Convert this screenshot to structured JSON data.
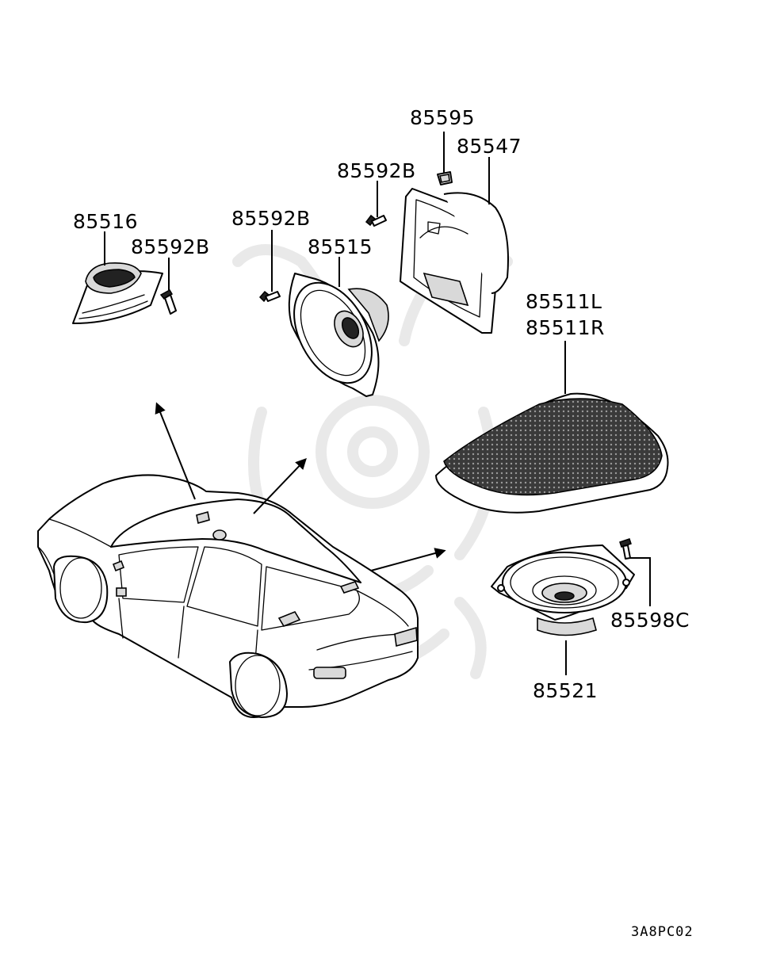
{
  "labels": {
    "speaker_rear_deck_small": "85516",
    "screw_small_speaker": "85592B",
    "screw_front_speaker": "85592B",
    "speaker_front": "85515",
    "screw_bracket": "85592B",
    "clip": "85595",
    "speaker_bracket": "85547",
    "grille_left": "85511L",
    "grille_right": "85511R",
    "screw_rear_speaker": "85598C",
    "speaker_rear": "85521"
  },
  "diagram_code": "3A8PC02",
  "colors": {
    "line": "#000000",
    "background": "#ffffff",
    "watermark": "#e9e9e9"
  }
}
